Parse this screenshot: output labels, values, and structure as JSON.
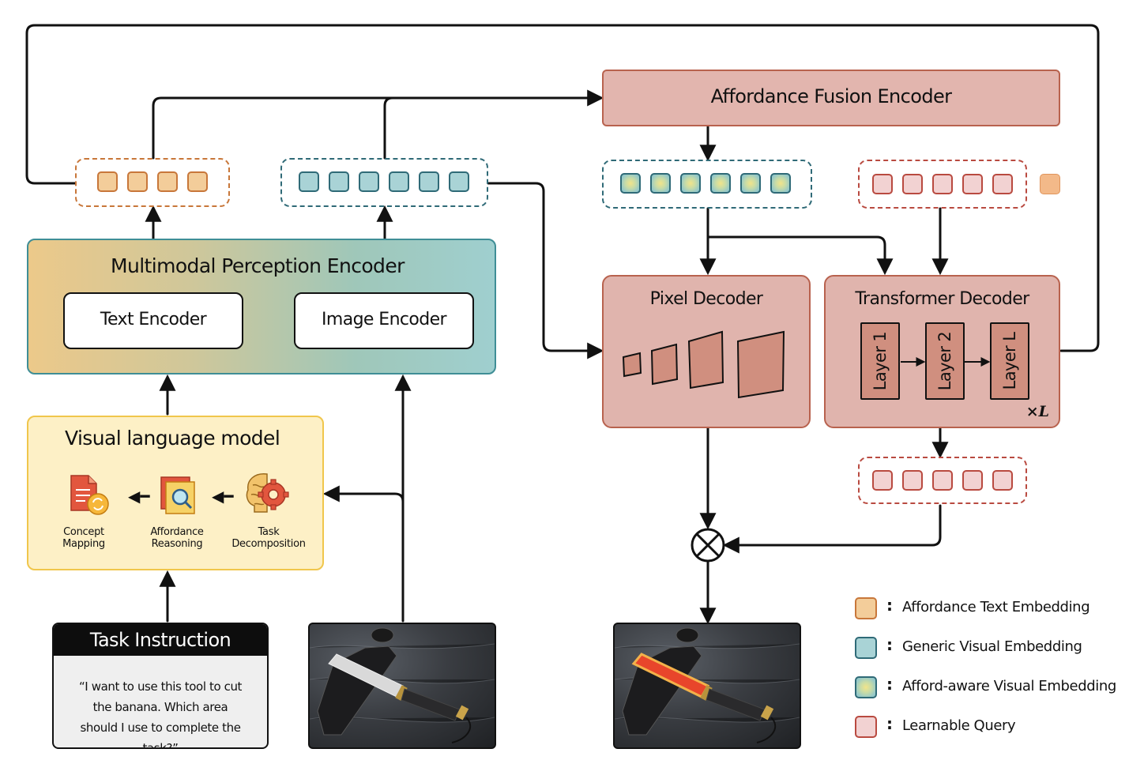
{
  "diagram": {
    "affordance_fusion_encoder": "Affordance Fusion Encoder",
    "multimodal_perception_encoder": "Multimodal Perception Encoder",
    "text_encoder": "Text Encoder",
    "image_encoder": "Image Encoder",
    "pixel_decoder": "Pixel Decoder",
    "transformer_decoder": "Transformer Decoder",
    "layer_1": "Layer 1",
    "layer_2": "Layer 2",
    "layer_l": "Layer L",
    "repeat_marker": "×L",
    "visual_language_model": "Visual language model",
    "concept_mapping": "Concept\nMapping",
    "affordance_reasoning": "Affordance\nReasoning",
    "task_decomposition": "Task\nDecomposition",
    "task_instruction_title": "Task Instruction",
    "task_instruction_text": "“I want to use this tool to cut the banana. Which area should I use to complete the task?”"
  },
  "legend": [
    {
      "label": "Affordance Text Embedding",
      "icon": "orange-token-icon"
    },
    {
      "label": "Generic Visual Embedding",
      "icon": "teal-token-icon"
    },
    {
      "label": "Afford-aware Visual Embedding",
      "icon": "gradient-token-icon"
    },
    {
      "label": "Learnable Query",
      "icon": "pink-token-icon"
    }
  ],
  "colors": {
    "text_embedding": "#f3cd9a",
    "visual_embedding": "#a9d3d6",
    "query": "#f2d2d2",
    "decoder_fill": "#e0b4ad",
    "decoder_border": "#b8624e",
    "vlm_fill": "#fdf0c6",
    "vlm_border": "#f0c64c"
  }
}
